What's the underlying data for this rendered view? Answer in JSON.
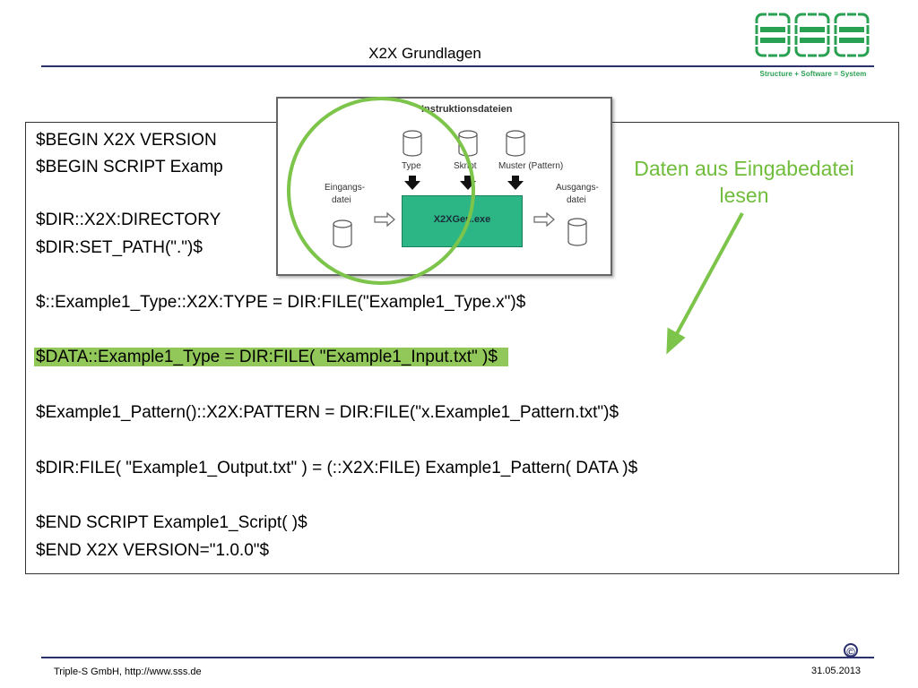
{
  "header": {
    "title": "X2X Grundlagen"
  },
  "logo": {
    "tagline": "Structure + Software = System",
    "colors": {
      "accent": "#2aa052"
    }
  },
  "code": {
    "line1": "$BEGIN X2X VERSION",
    "line2": "$BEGIN SCRIPT Examp",
    "line3": "$DIR::X2X:DIRECTORY",
    "line4": "$DIR:SET_PATH(\".\")$",
    "line5": "$::Example1_Type::X2X:TYPE = DIR:FILE(\"Example1_Type.x\")$",
    "line6": "$DATA::Example1_Type = DIR:FILE( \"Example1_Input.txt\" )$",
    "line7": "$Example1_Pattern()::X2X:PATTERN = DIR:FILE(\"x.Example1_Pattern.txt\")$",
    "line8": "$DIR:FILE( \"Example1_Output.txt\" ) = (::X2X:FILE) Example1_Pattern( DATA )$",
    "line9": "$END SCRIPT Example1_Script( )$",
    "line10": "$END X2X VERSION=\"1.0.0\"$",
    "highlight_color": "#92c85a"
  },
  "diagram": {
    "title": "Instruktionsdateien",
    "input_label_1": "Eingangs-",
    "input_label_2": "datei",
    "type_label": "Type",
    "script_label": "Skript",
    "pattern_label": "Muster (Pattern)",
    "output_label_1": "Ausgangs-",
    "output_label_2": "datei",
    "generator_label": "X2XGen.exe"
  },
  "annotation": {
    "line1": "Daten aus Eingabedatei",
    "line2": "lesen",
    "color": "#6fbd3a"
  },
  "footer": {
    "left": "Triple-S GmbH, http://www.sss.de",
    "right": "31.05.2013",
    "copyright_symbol": "©"
  }
}
